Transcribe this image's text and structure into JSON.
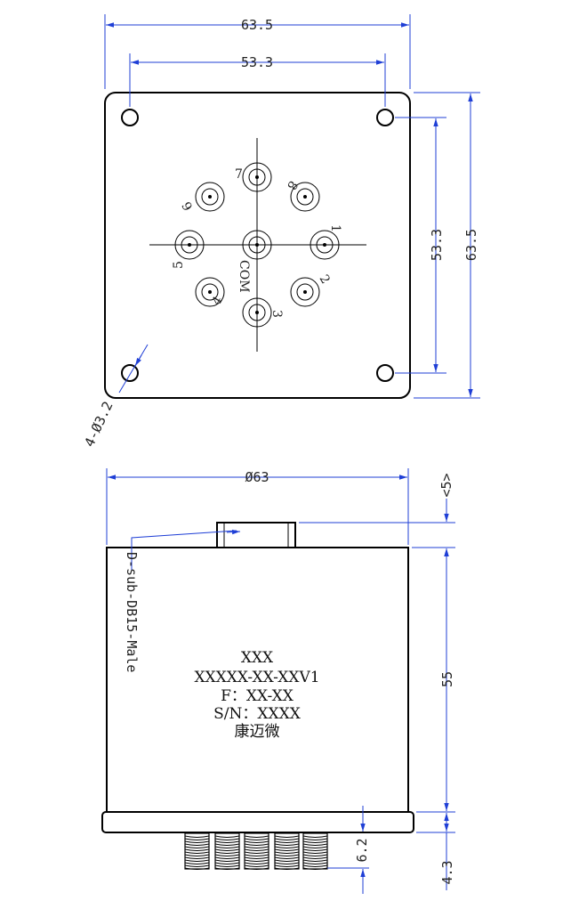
{
  "top_view": {
    "width_outer": "63.5",
    "width_holes": "53.3",
    "height_holes": "53.3",
    "height_outer": "63.5",
    "hole_callout": "4-Ø3.2",
    "ports": {
      "p1": "1",
      "p2": "2",
      "p3": "3",
      "p4": "4",
      "p5": "5",
      "p6": "6",
      "p7": "7",
      "p8": "8",
      "com": "COM"
    }
  },
  "side_view": {
    "diameter": "Ø63",
    "connector_height": "<5>",
    "body_height": "55",
    "flange_thickness": "4.3",
    "thread_length": "6.2",
    "connector_label": "D-sub-DB15-Male",
    "label_lines": [
      "XXX",
      "XXXXX-XX-XXV1",
      "F：XX-XX",
      "S/N：XXXX",
      "康迈微"
    ]
  },
  "colors": {
    "dimension": "#1f3fd6",
    "outline": "#000000"
  }
}
